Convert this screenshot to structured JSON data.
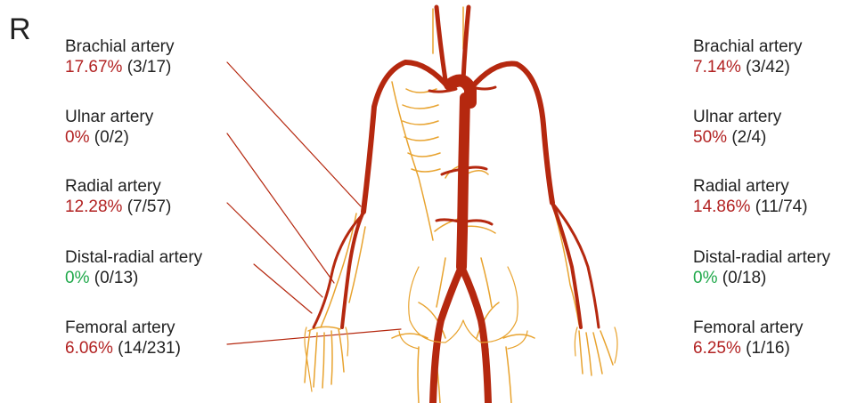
{
  "side_marker": "R",
  "colors": {
    "artery_main": "#b5280f",
    "artery_branch": "#e8a32f",
    "pct_red": "#b22222",
    "pct_green": "#1fa84a",
    "leader": "#b5280f"
  },
  "left": [
    {
      "name": "Brachial artery",
      "pct": "17.67%",
      "count": "(3/17)",
      "color": "red"
    },
    {
      "name": "Ulnar artery",
      "pct": "0%",
      "count": "(0/2)",
      "color": "red"
    },
    {
      "name": "Radial artery",
      "pct": "12.28%",
      "count": "(7/57)",
      "color": "red"
    },
    {
      "name": "Distal-radial artery",
      "pct": "0%",
      "count": "(0/13)",
      "color": "green"
    },
    {
      "name": "Femoral artery",
      "pct": "6.06%",
      "count": "(14/231)",
      "color": "red"
    }
  ],
  "right": [
    {
      "name": "Brachial artery",
      "pct": "7.14%",
      "count": "(3/42)",
      "color": "red"
    },
    {
      "name": "Ulnar artery",
      "pct": "50%",
      "count": "(2/4)",
      "color": "red"
    },
    {
      "name": "Radial artery",
      "pct": "14.86%",
      "count": "(11/74)",
      "color": "red"
    },
    {
      "name": "Distal-radial artery",
      "pct": "0%",
      "count": "(0/18)",
      "color": "green"
    },
    {
      "name": "Femoral artery",
      "pct": "6.25%",
      "count": "(1/16)",
      "color": "red"
    }
  ]
}
